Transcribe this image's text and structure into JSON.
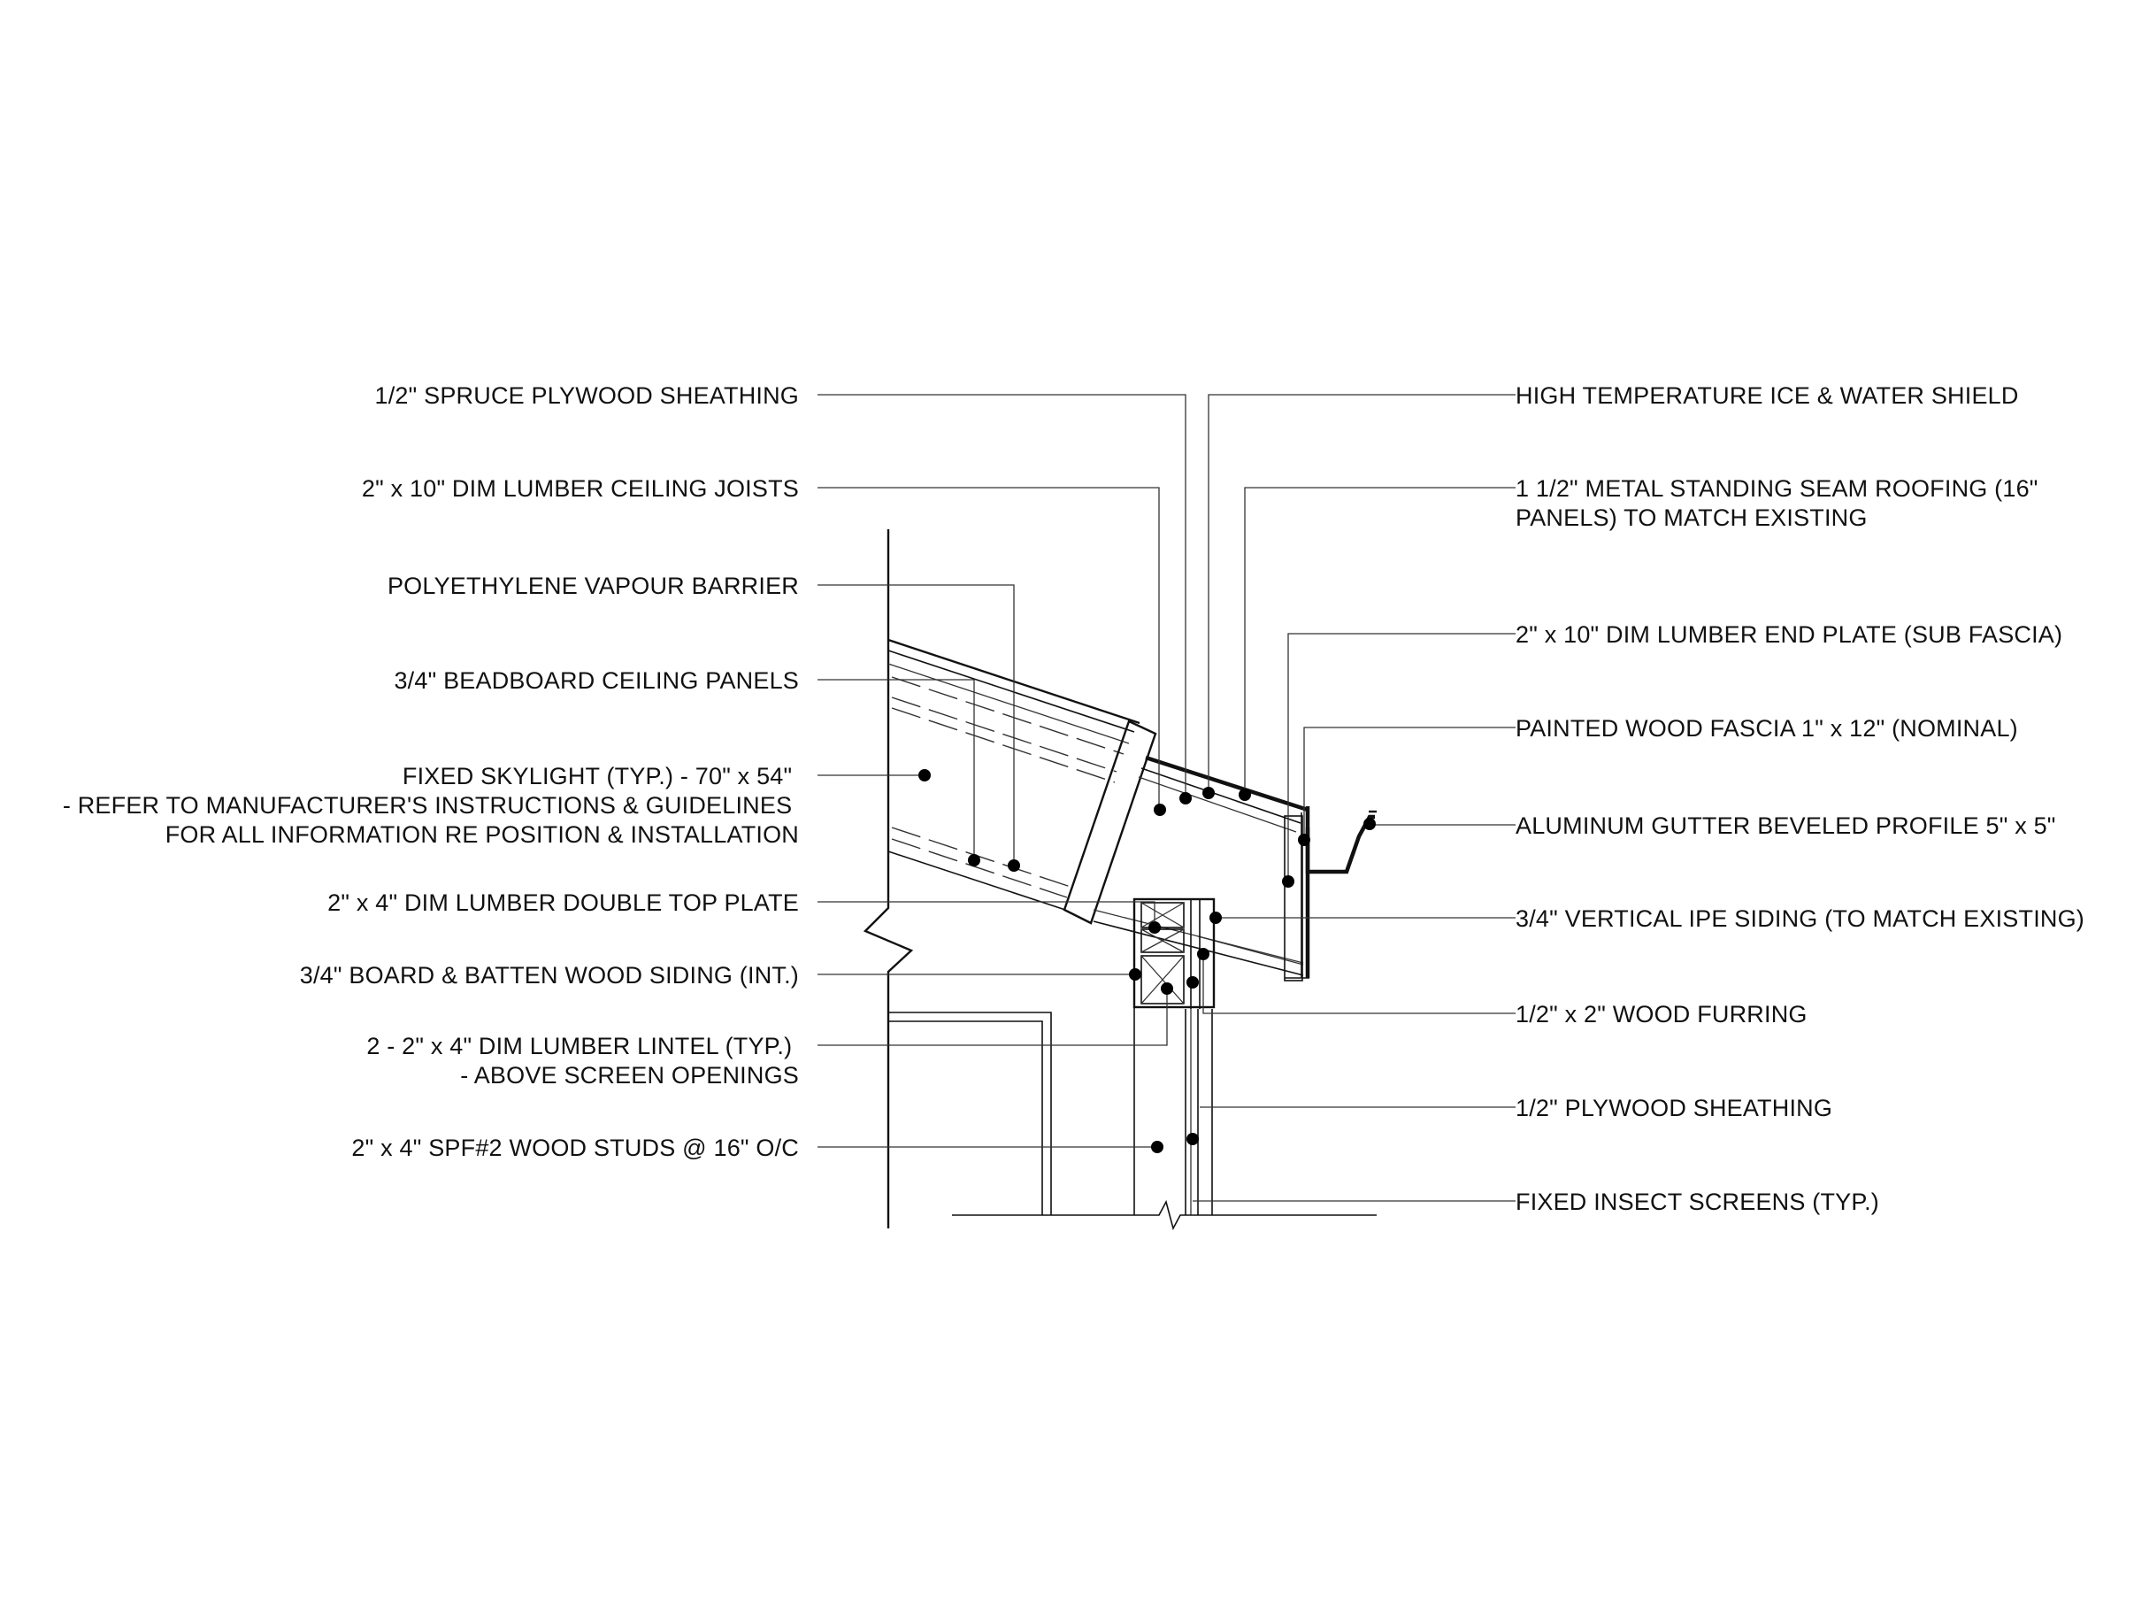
{
  "colors": {
    "ink": "#111111",
    "background": "#ffffff"
  },
  "labels": {
    "left": [
      [
        "1/2\" SPRUCE PLYWOOD SHEATHING"
      ],
      [
        "2\" x 10\" DIM LUMBER CEILING JOISTS"
      ],
      [
        "POLYETHYLENE VAPOUR BARRIER"
      ],
      [
        "3/4\" BEADBOARD CEILING PANELS"
      ],
      [
        "FIXED SKYLIGHT (TYP.) - 70\" x 54\"",
        "- REFER TO MANUFACTURER'S INSTRUCTIONS & GUIDELINES",
        "FOR ALL INFORMATION RE POSITION & INSTALLATION"
      ],
      [
        "2\" x 4\" DIM LUMBER DOUBLE TOP PLATE"
      ],
      [
        "3/4\" BOARD & BATTEN WOOD SIDING (INT.)"
      ],
      [
        "2 - 2\" x 4\" DIM LUMBER LINTEL (TYP.)",
        "- ABOVE SCREEN OPENINGS"
      ],
      [
        "2\" x 4\" SPF#2 WOOD STUDS @ 16\" O/C"
      ]
    ],
    "right": [
      [
        "HIGH TEMPERATURE ICE & WATER SHIELD"
      ],
      [
        "1 1/2\" METAL STANDING SEAM ROOFING (16\"",
        "PANELS) TO MATCH EXISTING"
      ],
      [
        "2\" x 10\" DIM LUMBER END PLATE (SUB FASCIA)"
      ],
      [
        "PAINTED WOOD FASCIA 1\" x 12\" (NOMINAL)"
      ],
      [
        "ALUMINUM GUTTER BEVELED PROFILE 5\" x 5\""
      ],
      [
        "3/4\" VERTICAL IPE SIDING (TO MATCH EXISTING)"
      ],
      [
        "1/2\" x 2\" WOOD FURRING"
      ],
      [
        "1/2\" PLYWOOD SHEATHING"
      ],
      [
        "FIXED INSECT SCREENS (TYP.)"
      ]
    ]
  }
}
